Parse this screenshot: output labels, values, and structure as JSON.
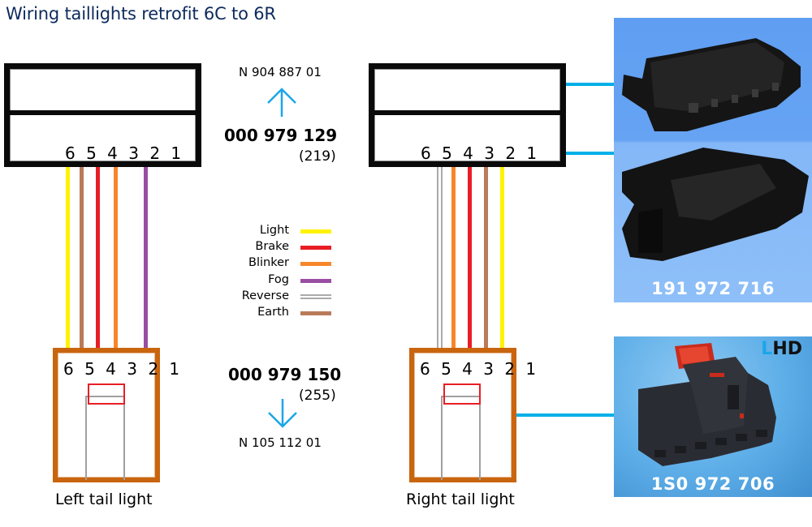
{
  "title": "Wiring taillights retrofit 6C to 6R",
  "colors": {
    "light": "#fff200",
    "brake": "#e81e25",
    "blinker": "#f7862a",
    "fog": "#9a4ea3",
    "reverse": "#aaaaaa",
    "earth": "#b97b5a",
    "connector_line": "#00b0e8",
    "tail_connector_border": "#c9650e",
    "title": "#0d2a5c"
  },
  "left_ecu_connector": {
    "pins_label": "6 5 4 3 2 1",
    "wires": [
      "light",
      "earth",
      "brake",
      "blinker",
      "fog"
    ]
  },
  "right_ecu_connector": {
    "pins_label": "6 5 4 3 2 1",
    "wires": [
      "reverse",
      "blinker",
      "brake",
      "earth",
      "light"
    ]
  },
  "upper_part": {
    "pin_part_number": "N 904 887 01",
    "housing_part_number": "000 979 129",
    "housing_sub": "(219)"
  },
  "lower_part": {
    "housing_part_number": "000 979 150",
    "housing_sub": "(255)",
    "pin_part_number": "N 105 112 01"
  },
  "legend": [
    {
      "label": "Light",
      "key": "light"
    },
    {
      "label": "Brake",
      "key": "brake"
    },
    {
      "label": "Blinker",
      "key": "blinker"
    },
    {
      "label": "Fog",
      "key": "fog"
    },
    {
      "label": "Reverse",
      "key": "reverse"
    },
    {
      "label": "Earth",
      "key": "earth"
    }
  ],
  "left_tail": {
    "pins_label": "6 5 4 3 2 1",
    "label": "Left tail light"
  },
  "right_tail": {
    "pins_label": "6 5 4 3 2 1",
    "label": "Right tail light"
  },
  "photos": {
    "top": {
      "caption": "191 972 716",
      "subject": "black 6-pin connector housing (two views)"
    },
    "bottom": {
      "caption": "1S0 972 706",
      "badge_first": "L",
      "badge_rest": "HD",
      "subject": "black connector with red lock"
    }
  }
}
